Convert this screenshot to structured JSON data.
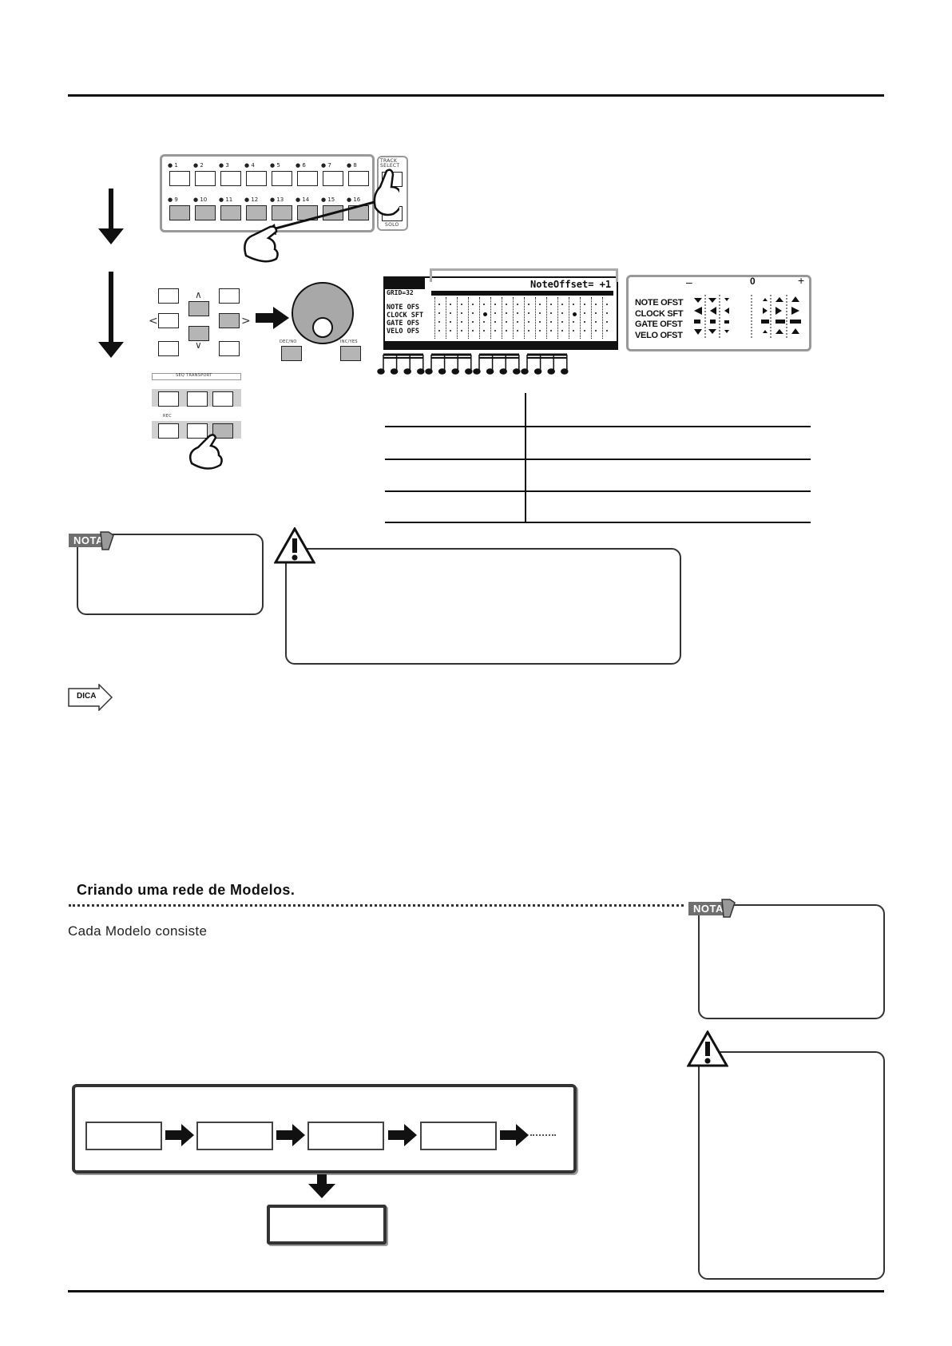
{
  "section_heading": "Criando uma rede de Modelos.",
  "body_text": "Cada Modelo consiste",
  "note_tag": "NOTA",
  "tip_tag": "DICA",
  "lcd": {
    "header": "NoteOffset= +1",
    "row_labels": [
      "NOTE OFS",
      "CLOCK SFT",
      "GATE OFS",
      "VELO OFS"
    ]
  },
  "legend": {
    "minus": "–",
    "zero": "0",
    "plus": "+",
    "rows": [
      "NOTE OFST",
      "CLOCK SFT",
      "GATE OFST",
      "VELO OFST"
    ]
  },
  "panel_top": {
    "row1_numbers": [
      "1",
      "2",
      "3",
      "4",
      "5",
      "6",
      "7",
      "8"
    ],
    "row2_numbers": [
      "9",
      "10",
      "11",
      "12",
      "13",
      "14",
      "15",
      "16"
    ],
    "track_select": "TRACK SELECT",
    "solo": "SOLO"
  },
  "transport": {
    "title": "SEQ TRANSPORT",
    "rec": "REC"
  },
  "knob_labels": [
    "DEC/NO",
    "INC/YES"
  ],
  "colors": {
    "rule": "#111111",
    "button_gray": "#b5b5b5",
    "tag_gray": "#6f6f6f"
  }
}
